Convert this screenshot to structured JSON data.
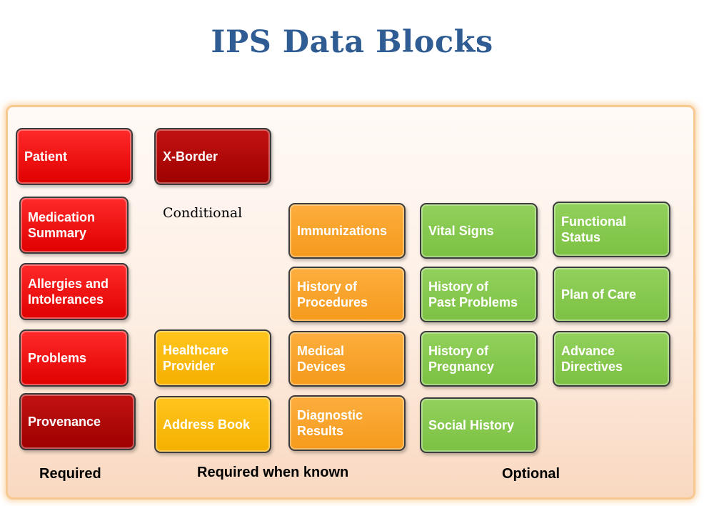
{
  "title": "IPS Data Blocks",
  "conditional_label": "Conditional",
  "footer": {
    "required": "Required",
    "required_when_known": "Required when known",
    "optional": "Optional"
  },
  "colors": {
    "title": "#2f5d93",
    "required": "#ff1a1a",
    "required_dark": "#b00000",
    "required_when_known_provider": "#ffc000",
    "required_when_known_clinical": "#f9a12e",
    "optional": "#86c74f"
  },
  "blocks": {
    "patient": "Patient",
    "medication_summary": "Medication\nSummary",
    "allergies_intolerances": "Allergies and\nIntolerances",
    "problems": "Problems",
    "provenance": "Provenance",
    "x_border": "X-Border",
    "healthcare_provider": "Healthcare\nProvider",
    "address_book": "Address Book",
    "immunizations": "Immunizations",
    "history_of_procedures": "History of\nProcedures",
    "medical_devices": "Medical\nDevices",
    "diagnostic_results": "Diagnostic\nResults",
    "vital_signs": "Vital Signs",
    "history_of_past_problems": "History of\nPast Problems",
    "history_of_pregnancy": "History of\nPregnancy",
    "social_history": "Social History",
    "functional_status": "Functional\nStatus",
    "plan_of_care": "Plan of Care",
    "advance_directives": "Advance\nDirectives"
  }
}
